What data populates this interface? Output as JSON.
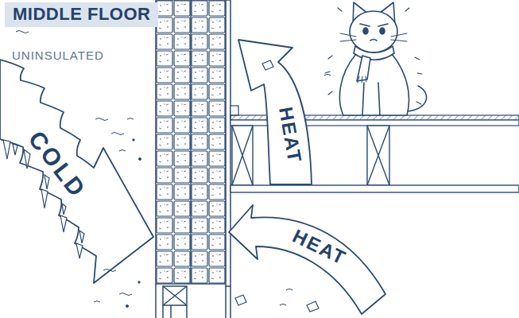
{
  "diagram": {
    "title": "MIDDLE FLOOR",
    "labels": [
      "UNINSULATED",
      "COLD",
      "HEAT",
      "HEAT"
    ]
  }
}
